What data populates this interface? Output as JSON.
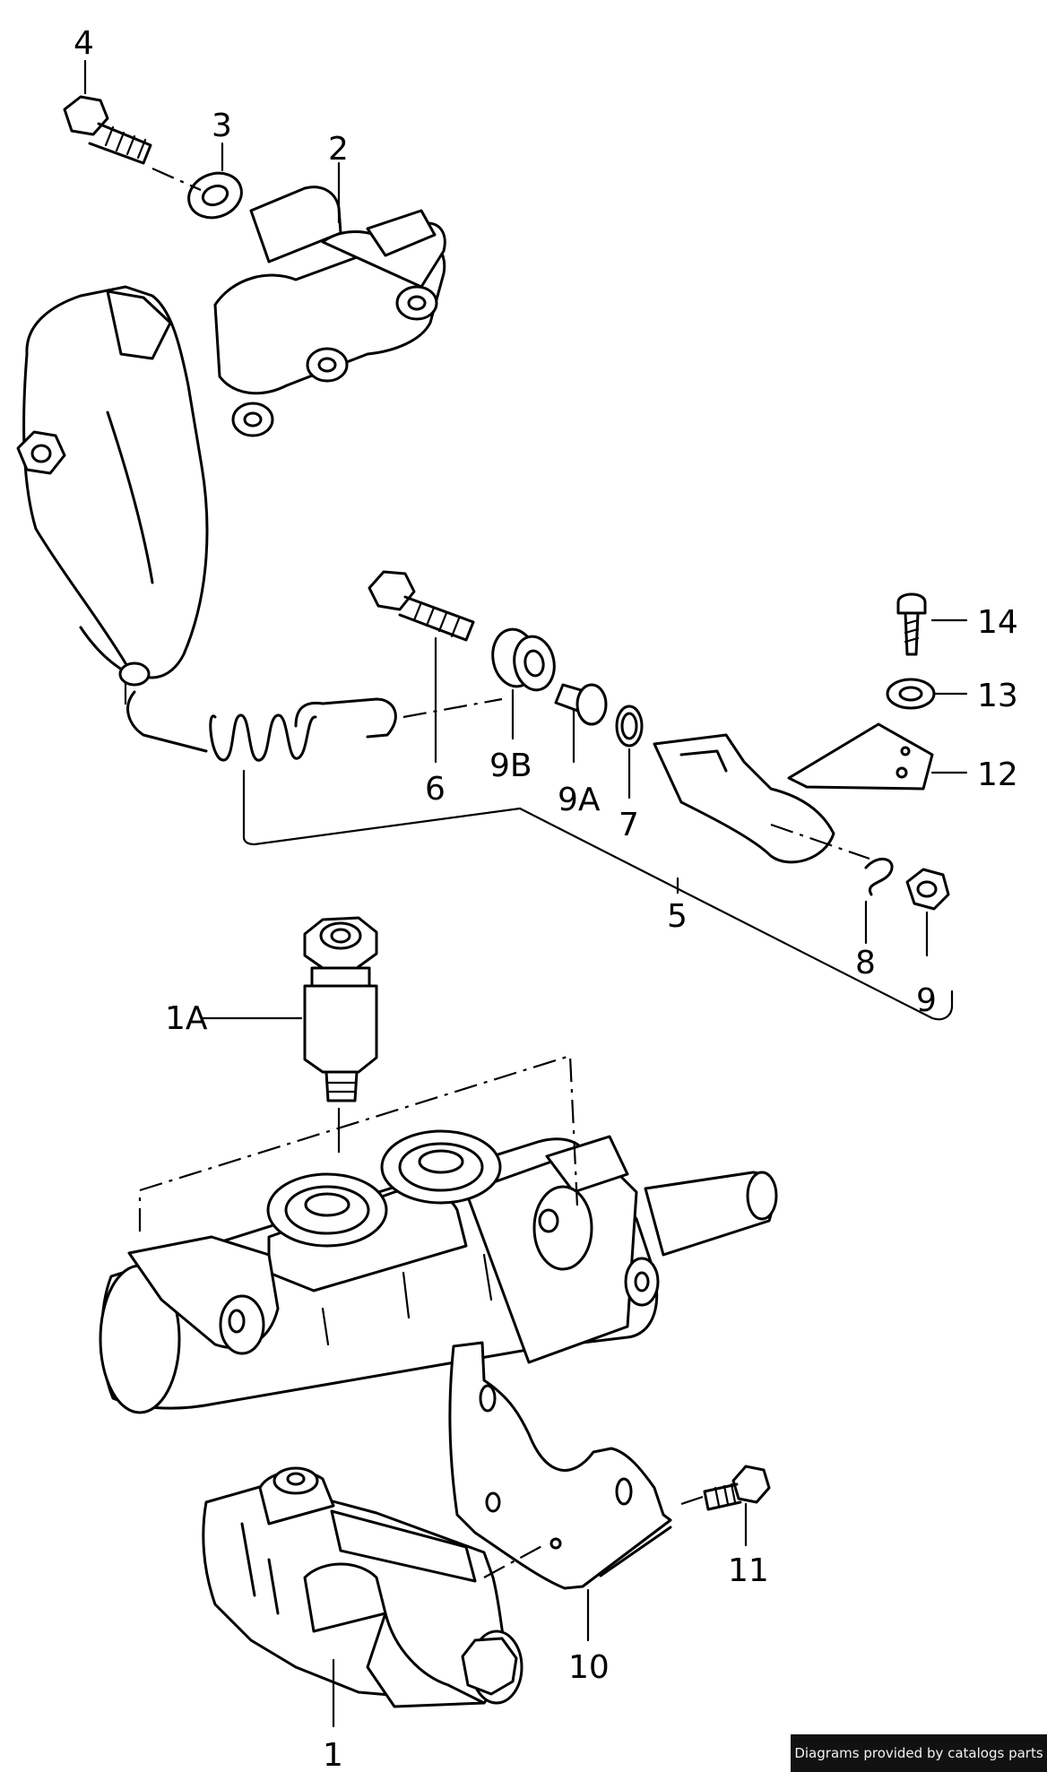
{
  "labels": {
    "p1": "1",
    "p1a": "1A",
    "p2": "2",
    "p3": "3",
    "p4": "4",
    "p5": "5",
    "p6": "6",
    "p7": "7",
    "p8": "8",
    "p9": "9",
    "p9a": "9A",
    "p9b": "9B",
    "p10": "10",
    "p11": "11",
    "p12": "12",
    "p13": "13",
    "p14": "14"
  },
  "credit": "Diagrams provided by catalogs parts"
}
